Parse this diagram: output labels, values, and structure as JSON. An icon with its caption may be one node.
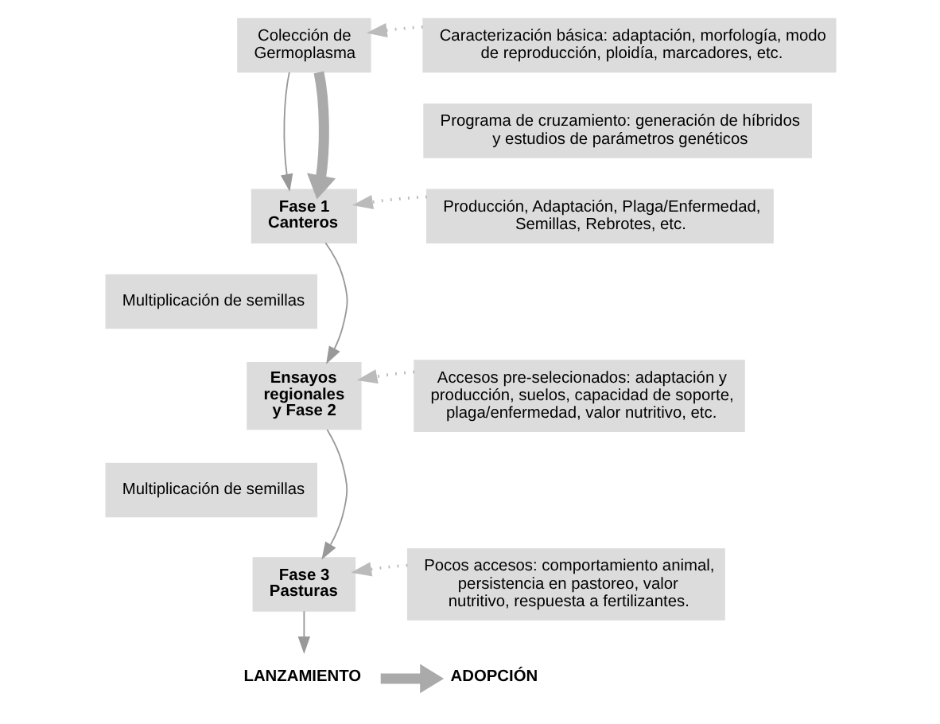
{
  "diagram": {
    "nodes": [
      {
        "text": [
          "Colección de Germoplasma"
        ]
      },
      {
        "text": [
          "Caracterización básica: adaptación, morfología, modo de reproducción, ploidía, marcadores, etc."
        ]
      },
      {
        "text": [
          "Programa de cruzamiento: generación de híbridos y estudios de parámetros genéticos"
        ]
      },
      {
        "text": [
          "Fase 1 Canteros"
        ]
      },
      {
        "text": [
          "Producción, Adaptación, Plaga/Enfermedad, Semillas, Rebrotes, etc."
        ]
      },
      {
        "text": [
          "Multiplicación de semillas"
        ]
      },
      {
        "text": [
          "Ensayos regionales y Fase 2"
        ]
      },
      {
        "text": [
          "Accesos pre-selecionados: adaptación y producción, suelos, capacidad de soporte, plaga/enfermedad, valor nutritivo, etc."
        ]
      },
      {
        "text": [
          "Multiplicación de semillas"
        ]
      },
      {
        "text": [
          "Fase 3 Pasturas"
        ]
      },
      {
        "text": [
          "Pocos accesos: comportamiento animal, persistencia en pastoreo, valor nutritivo, respuesta a fertilizantes."
        ]
      },
      {
        "text": [
          "LANZAMIENTO"
        ]
      },
      {
        "text": [
          "ADOPCIÓN"
        ]
      }
    ],
    "edges": [
      {
        "from": 1,
        "to": 0,
        "arrow": "to",
        "style": "dashed"
      },
      {
        "from": 0,
        "to": 3,
        "arrow": "to"
      },
      {
        "from": 0,
        "to": 3,
        "arrow": "to",
        "style": "thick"
      },
      {
        "from": 4,
        "to": 3,
        "arrow": "to",
        "style": "dashed"
      },
      {
        "from": 3,
        "to": 6,
        "arrow": "to"
      },
      {
        "from": 7,
        "to": 6,
        "arrow": "to",
        "style": "dashed"
      },
      {
        "from": 6,
        "to": 9,
        "arrow": "to"
      },
      {
        "from": 10,
        "to": 9,
        "arrow": "to",
        "style": "dashed"
      },
      {
        "from": 9,
        "to": 11,
        "arrow": "to"
      },
      {
        "from": 11,
        "to": 12,
        "arrow": "to",
        "style": "thick"
      }
    ]
  }
}
